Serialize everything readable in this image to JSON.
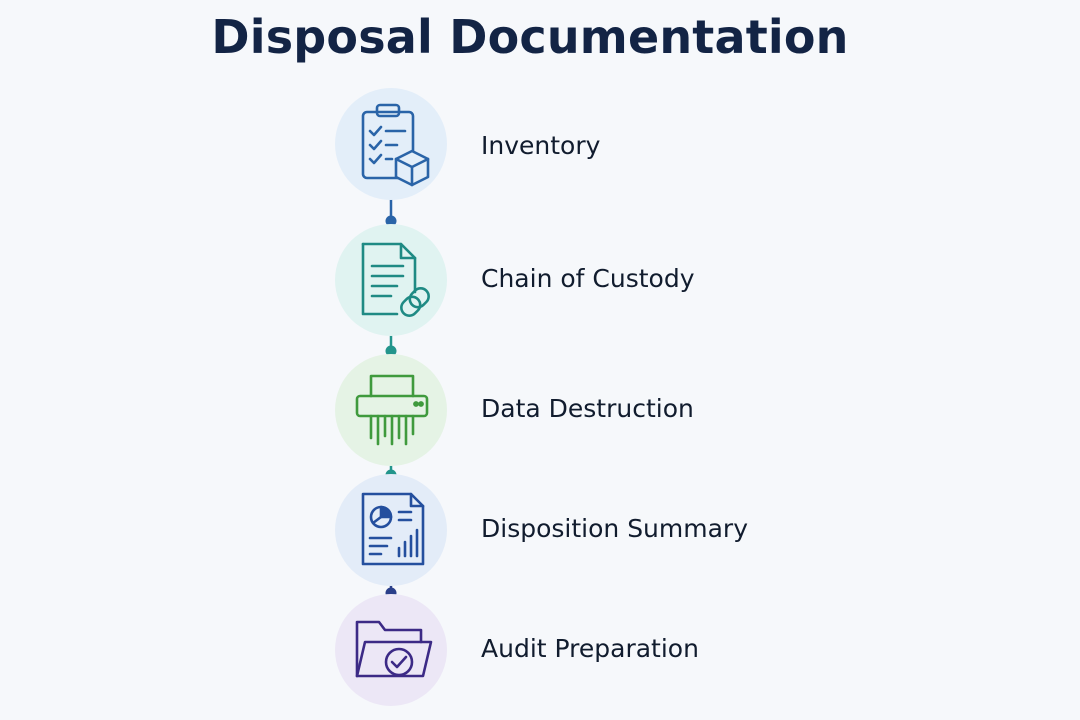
{
  "title": "Disposal Documentation",
  "steps": [
    {
      "label": "Inventory",
      "icon": "clipboard-box-icon",
      "color": "#2a64a8",
      "bg": "#e3eef9"
    },
    {
      "label": "Chain of Custody",
      "icon": "document-link-icon",
      "color": "#1f8a84",
      "bg": "#e0f3f1"
    },
    {
      "label": "Data Destruction",
      "icon": "shredder-icon",
      "color": "#3f9a3d",
      "bg": "#e5f3e5"
    },
    {
      "label": "Disposition Summary",
      "icon": "report-chart-icon",
      "color": "#244f9e",
      "bg": "#e3ecf8"
    },
    {
      "label": "Audit Preparation",
      "icon": "folder-check-icon",
      "color": "#3c2a86",
      "bg": "#ece7f6"
    }
  ]
}
